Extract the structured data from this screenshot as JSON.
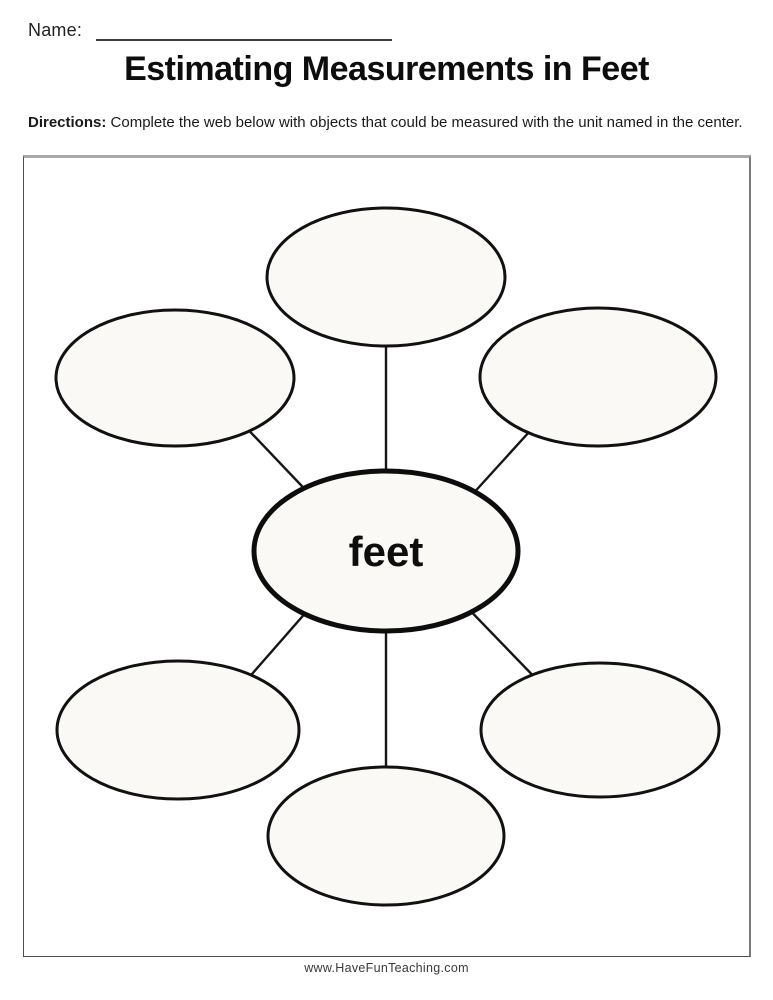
{
  "header": {
    "name_label": "Name:",
    "name_value": "",
    "title": "Estimating Measurements in Feet"
  },
  "directions": {
    "label": "Directions:",
    "text": " Complete the web below with objects that could be measured with the unit named in the center."
  },
  "web": {
    "center_node": {
      "label": "feet"
    },
    "outer_nodes": [
      {
        "position": "top",
        "label": ""
      },
      {
        "position": "upper-left",
        "label": ""
      },
      {
        "position": "upper-right",
        "label": ""
      },
      {
        "position": "lower-left",
        "label": ""
      },
      {
        "position": "lower-right",
        "label": ""
      },
      {
        "position": "bottom",
        "label": ""
      }
    ]
  },
  "footer": {
    "website": "www.HaveFunTeaching.com"
  },
  "colors": {
    "ink": "#111111",
    "oval_fill": "#faf9f6",
    "frame_border": "#4f4f4f",
    "frame_top_rule": "#a9a9a9"
  }
}
